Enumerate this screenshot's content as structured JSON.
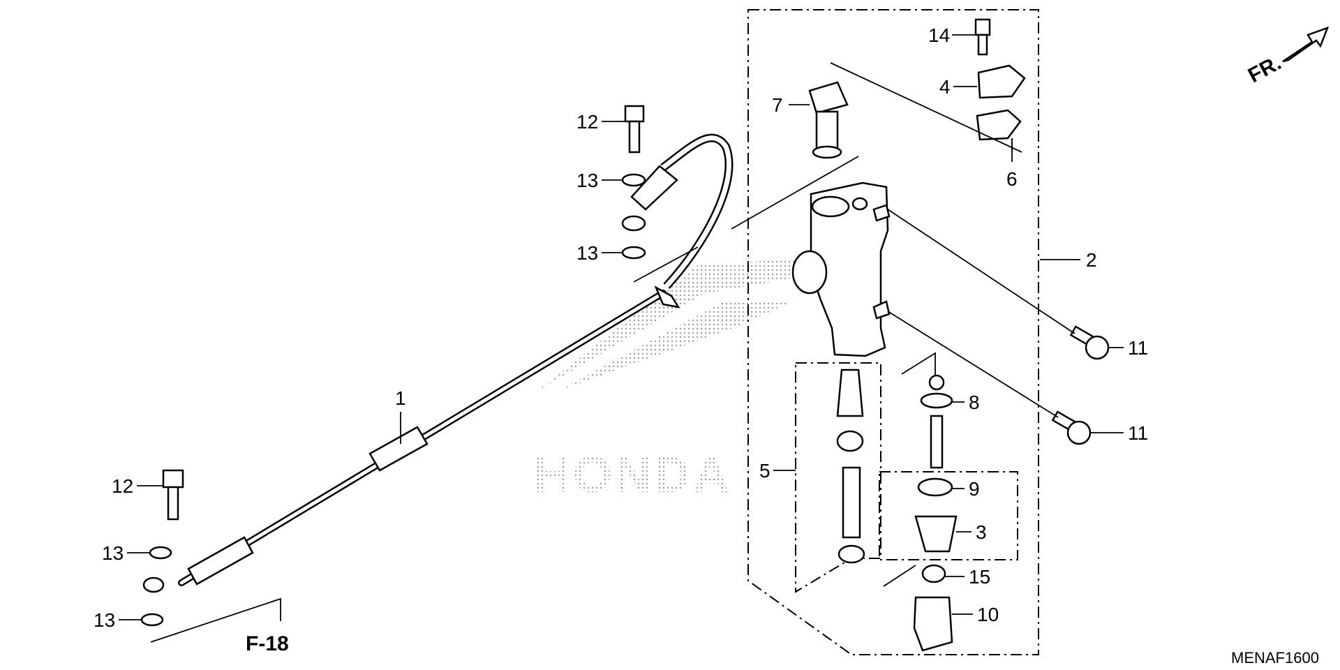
{
  "labels": {
    "l1": "1",
    "l2": "2",
    "l3": "3",
    "l4": "4",
    "l5": "5",
    "l6": "6",
    "l7": "7",
    "l8": "8",
    "l9": "9",
    "l10": "10",
    "l11a": "11",
    "l11b": "11",
    "l12a": "12",
    "l12b": "12",
    "l13a": "13",
    "l13b": "13",
    "l13c": "13",
    "l13d": "13",
    "l14": "14",
    "l15": "15"
  },
  "reference": "F-18",
  "diagram_code": "MENAF1600",
  "direction": "FR.",
  "watermark": "HONDA"
}
